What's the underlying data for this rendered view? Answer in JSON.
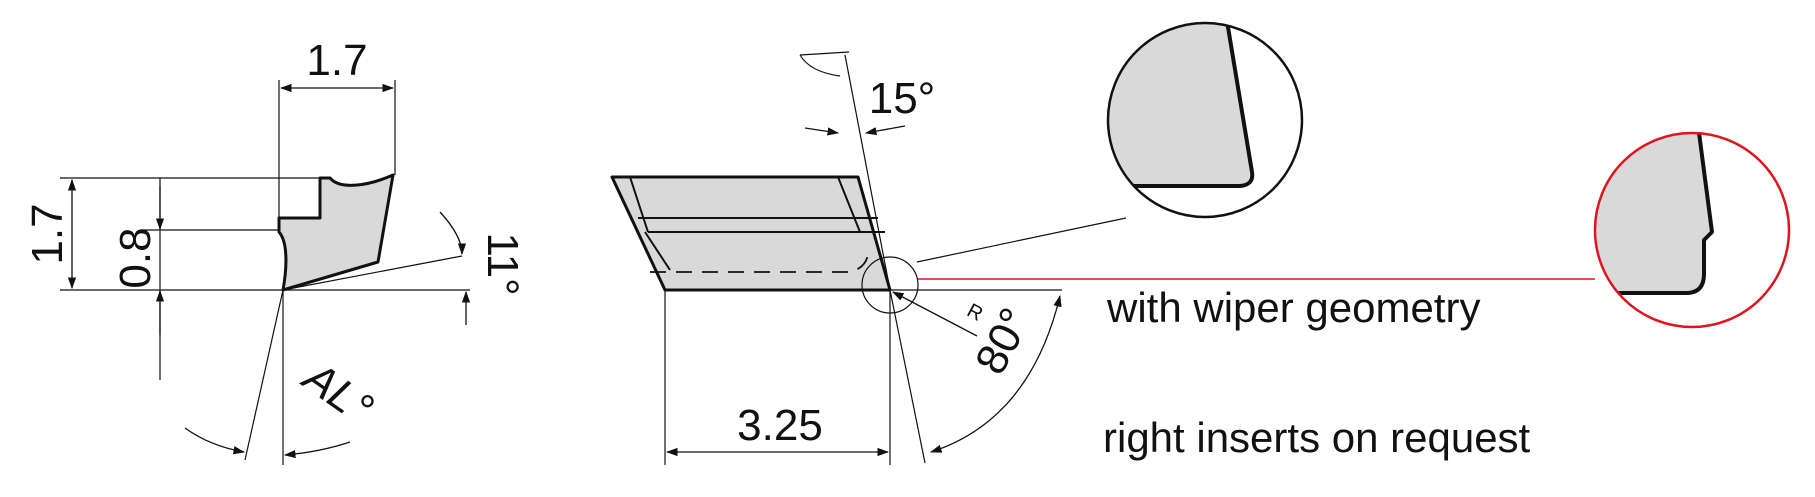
{
  "dimensions": {
    "top_width": "1.7",
    "left_height": "1.7",
    "step_height": "0.8",
    "clearance_angle": "11°",
    "approach_angle": "AL°",
    "rake_angle": "15°",
    "length": "3.25",
    "corner_angle": "80°",
    "radius_label": "R"
  },
  "notes": {
    "wiper": "with wiper geometry",
    "right_inserts": "right inserts on request"
  },
  "colors": {
    "line": "#111111",
    "insert_fill": "#d9d9d9",
    "wiper_accent": "#e0141e"
  }
}
